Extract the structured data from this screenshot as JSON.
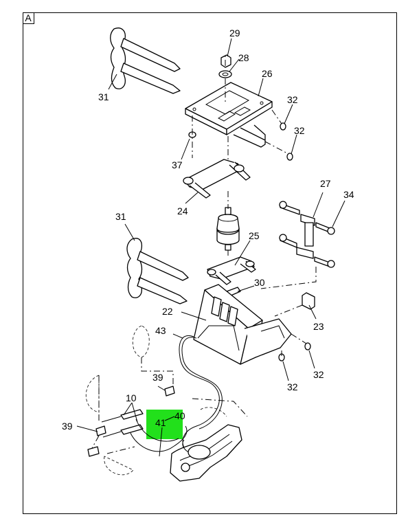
{
  "panel": {
    "letter": "A"
  },
  "highlight": {
    "color": "#22e01b",
    "part": "41"
  },
  "callouts": {
    "c29": "29",
    "c28": "28",
    "c26": "26",
    "c31a": "31",
    "c32a": "32",
    "c32b": "32",
    "c37": "37",
    "c24": "24",
    "c27": "27",
    "c34": "34",
    "c31b": "31",
    "c25": "25",
    "c30": "30",
    "c22": "22",
    "c23": "23",
    "c43": "43",
    "c32c": "32",
    "c32d": "32",
    "c39a": "39",
    "c10": "10",
    "c40": "40",
    "c41": "41",
    "c39b": "39"
  }
}
